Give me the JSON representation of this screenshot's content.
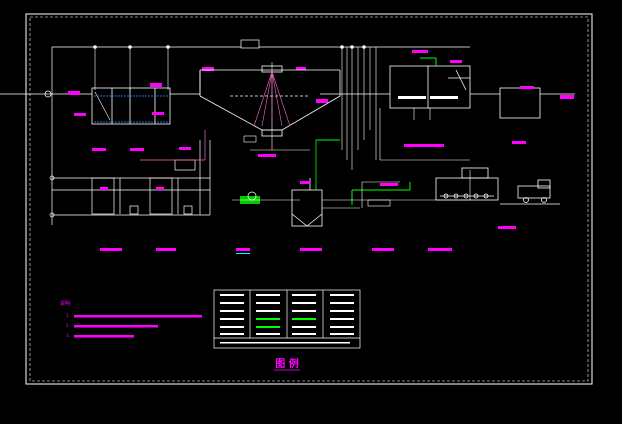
{
  "drawing": {
    "top_box_label": "",
    "legend_title": "图    例",
    "notes_header": "说明:",
    "notes": [
      "1.",
      "2.",
      "3."
    ],
    "colors": {
      "background": "#000000",
      "frame": "#ffffff",
      "pipe": "#ffffff",
      "annotation": "#ff00ff",
      "sludge_line": "#00ff00",
      "cyan_underline": "#00ffff",
      "blue": "#3399ff"
    },
    "icons": [
      "sedimentation-tank",
      "clarifier",
      "pump",
      "dosing-tank",
      "belt-filter-press",
      "sludge-truck"
    ]
  }
}
